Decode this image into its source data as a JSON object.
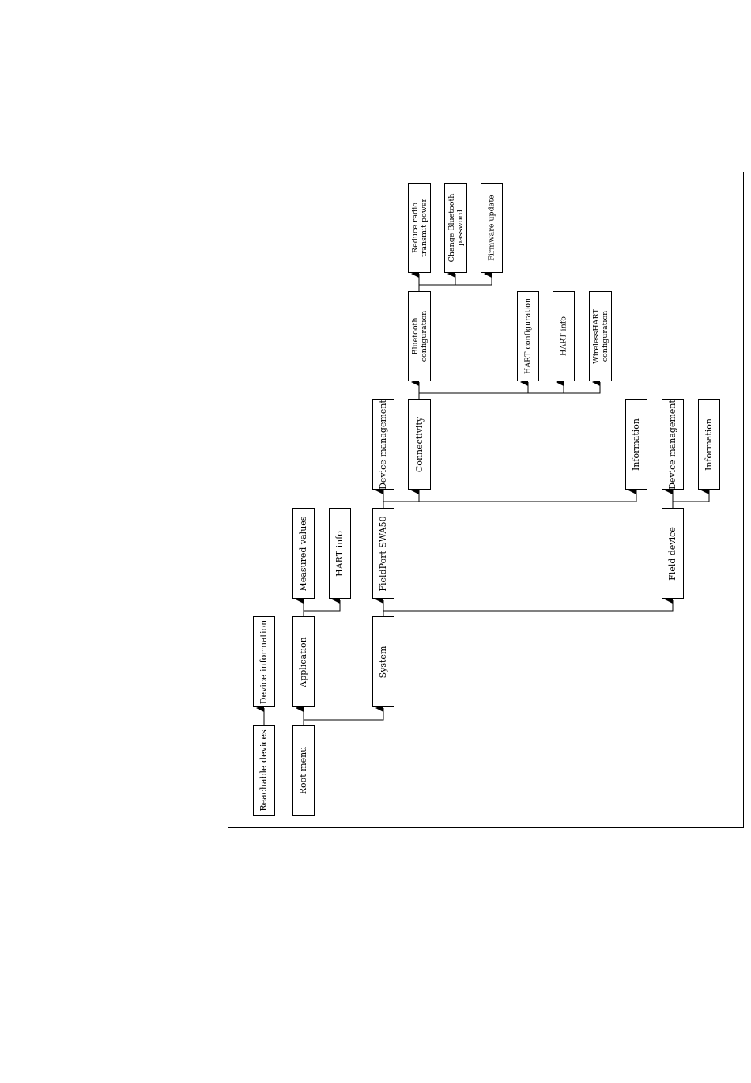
{
  "diagram": {
    "nodes": {
      "reachable_devices": "Reachable devices",
      "device_information": "Device information",
      "root_menu": "Root menu",
      "application": "Application",
      "system": "System",
      "measured_values": "Measured values",
      "hart_info_app": "HART info",
      "fieldport_swa50": "FieldPort SWA50",
      "field_device": "Field device",
      "device_management_1": "Device management",
      "connectivity": "Connectivity",
      "information_1": "Information",
      "device_management_2": "Device management",
      "information_2": "Information",
      "bluetooth_configuration": "Bluetooth\nconfiguration",
      "hart_configuration": "HART configuration",
      "hart_info_conn": "HART info",
      "wirelesshart_configuration": "WirelessHART\nconfiguration",
      "reduce_radio_transmit_power": "Reduce radio\ntransmit power",
      "change_bluetooth_password": "Change Bluetooth\npassword",
      "firmware_update": "Firmware update"
    }
  }
}
